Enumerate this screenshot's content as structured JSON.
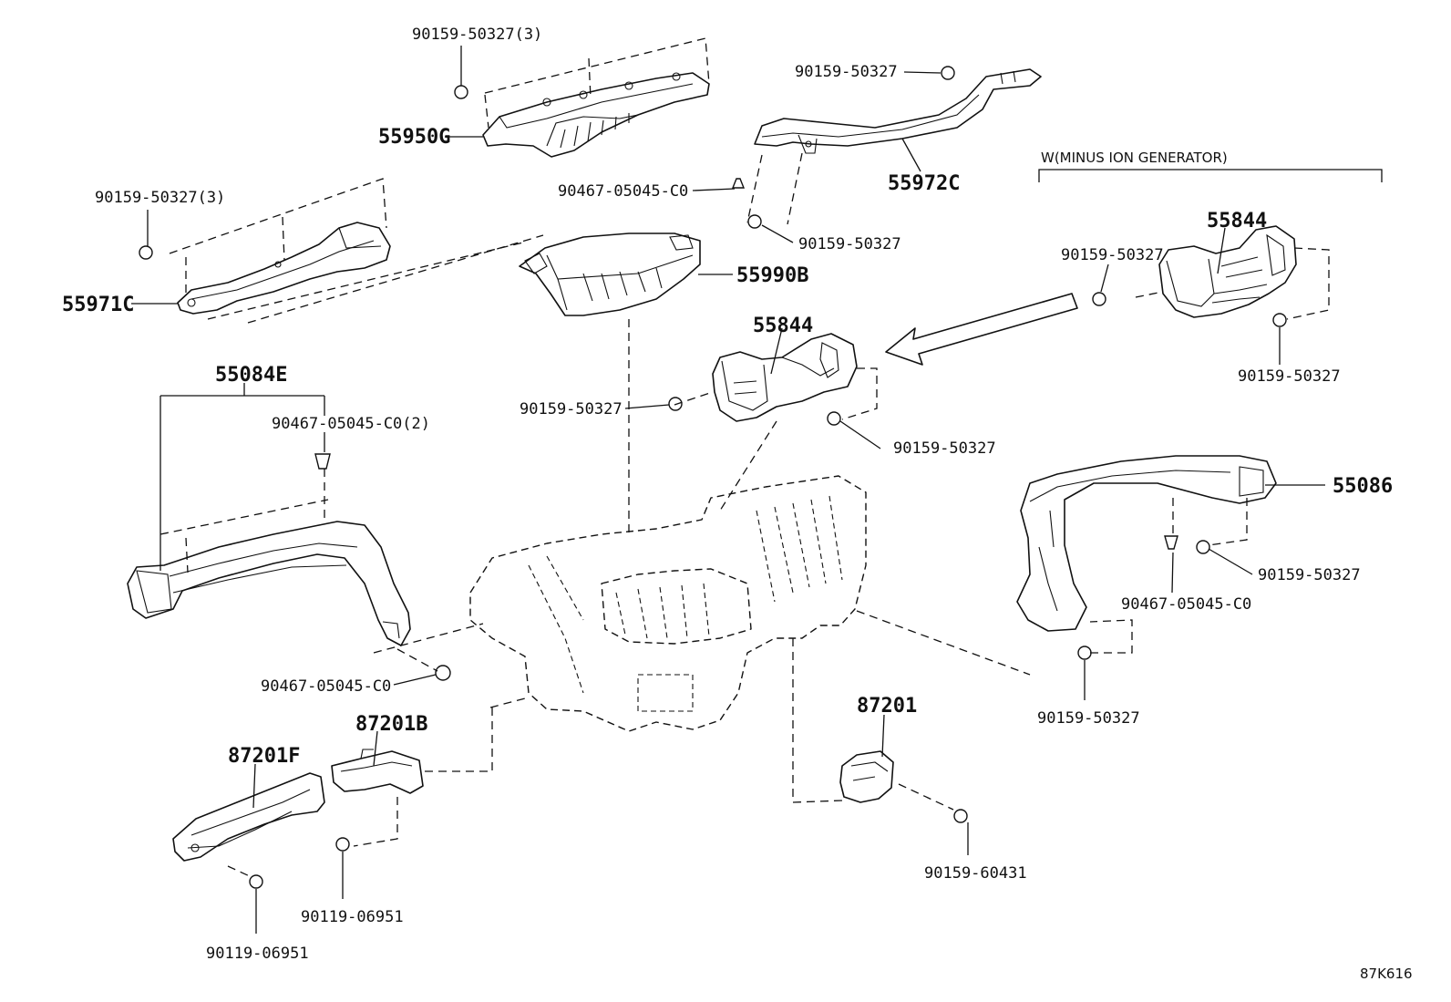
{
  "labels": {
    "p1": "90159-50327(3)",
    "p2": "55950G",
    "p3": "90159-50327",
    "p4": "55972C",
    "p5": "90467-05045-C0",
    "p6": "90159-50327(3)",
    "p7": "55971C",
    "p8": "90159-50327",
    "p9": "55990B",
    "p10": "55844",
    "p11": "90159-50327",
    "p12": "90159-50327",
    "p13": "55084E",
    "p14": "90467-05045-C0(2)",
    "p15": "90467-05045-C0",
    "p16": "87201B",
    "p17": "87201F",
    "p18": "90119-06951",
    "p19": "90119-06951",
    "p20": "87201",
    "p21": "90159-60431",
    "p22": "55086",
    "p23": "90159-50327",
    "p24": "90467-05045-C0",
    "p25": "90159-50327",
    "p26": "55844",
    "p27": "90159-50327",
    "p28": "90159-50327",
    "note": "W(MINUS ION GENERATOR)",
    "code": "87K616"
  }
}
